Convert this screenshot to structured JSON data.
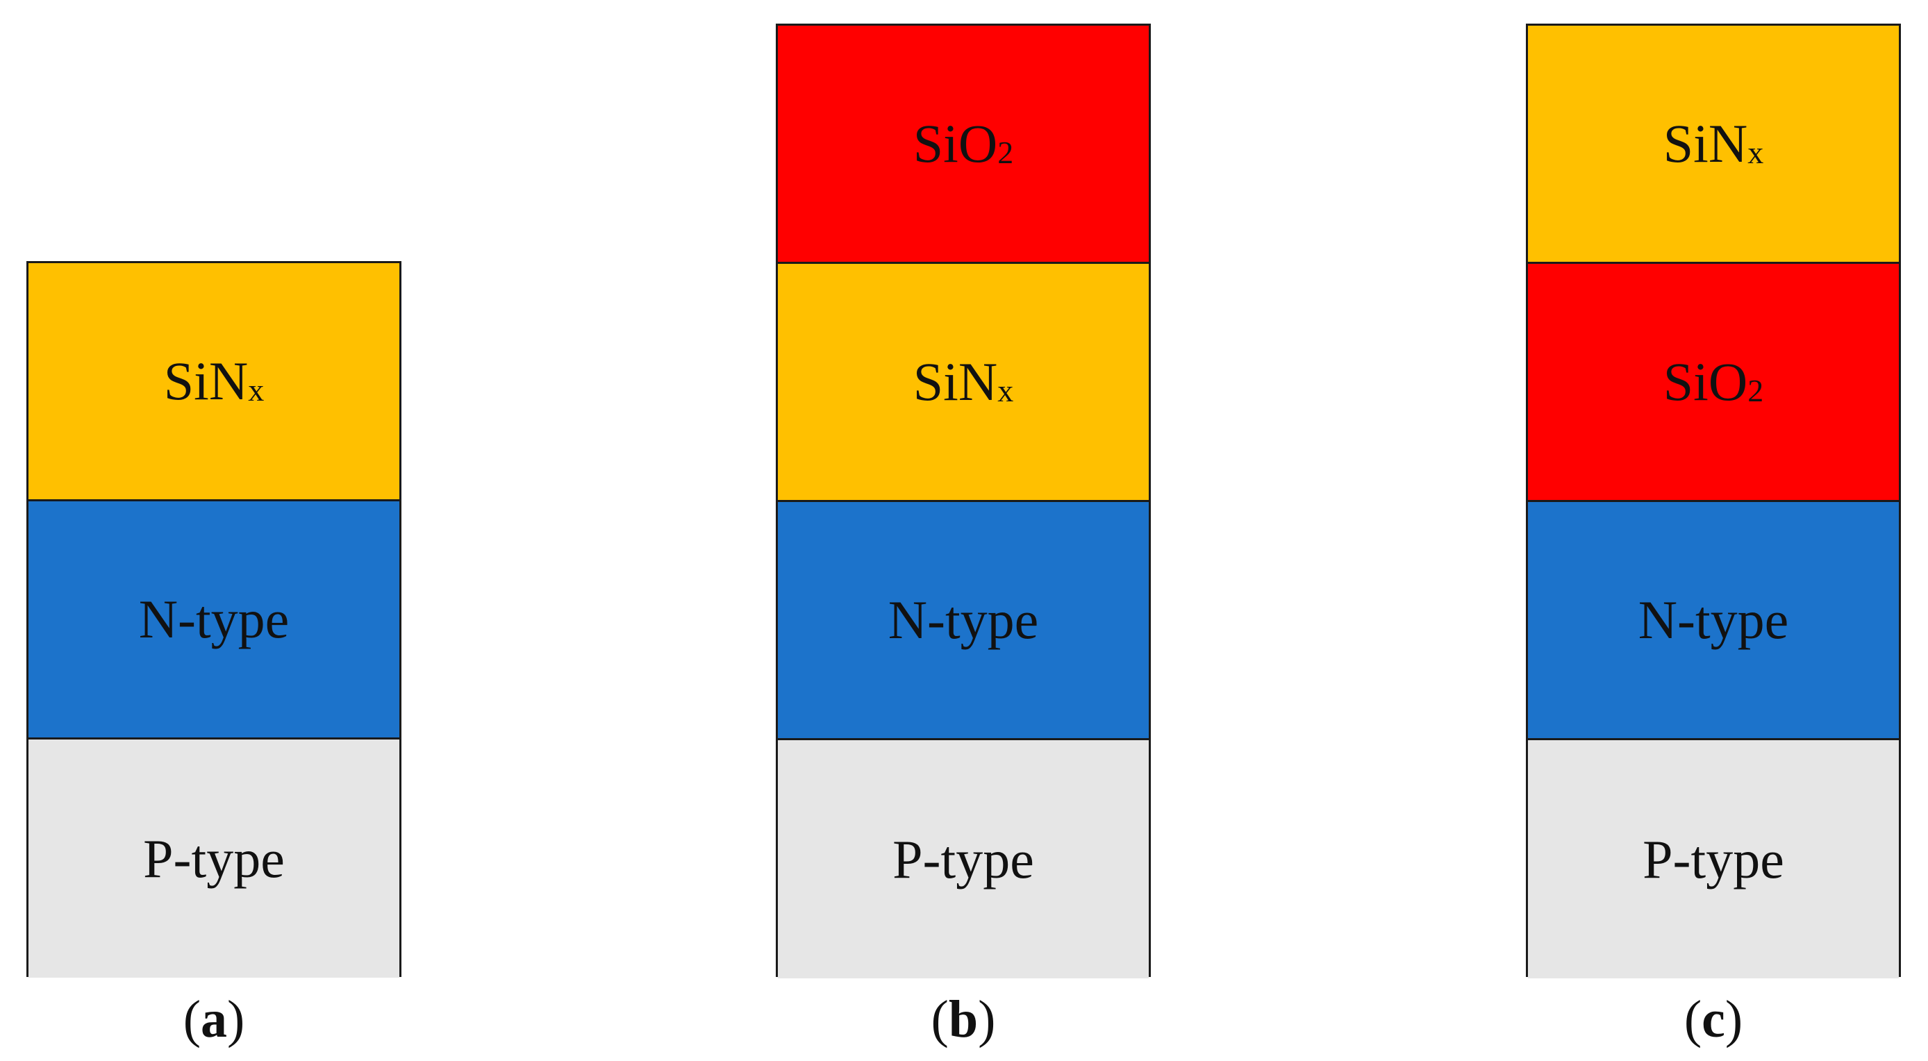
{
  "colors": {
    "SiNx": "#FFC000",
    "SiO2": "#FF0000",
    "N-type": "#1C73CB",
    "P-type": "#E6E6E6"
  },
  "stacks": [
    {
      "caption_open": "(",
      "caption_letter": "a",
      "caption_close": ")",
      "layers": [
        {
          "base": "SiN",
          "sub": "x"
        },
        {
          "base": "N-type",
          "sub": ""
        },
        {
          "base": "P-type",
          "sub": ""
        }
      ]
    },
    {
      "caption_open": "(",
      "caption_letter": "b",
      "caption_close": ")",
      "layers": [
        {
          "base": "SiO",
          "sub": "2"
        },
        {
          "base": "SiN",
          "sub": "x"
        },
        {
          "base": "N-type",
          "sub": ""
        },
        {
          "base": "P-type",
          "sub": ""
        }
      ]
    },
    {
      "caption_open": "(",
      "caption_letter": "c",
      "caption_close": ")",
      "layers": [
        {
          "base": "SiN",
          "sub": "x"
        },
        {
          "base": "SiO",
          "sub": "2"
        },
        {
          "base": "N-type",
          "sub": ""
        },
        {
          "base": "P-type",
          "sub": ""
        }
      ]
    }
  ]
}
